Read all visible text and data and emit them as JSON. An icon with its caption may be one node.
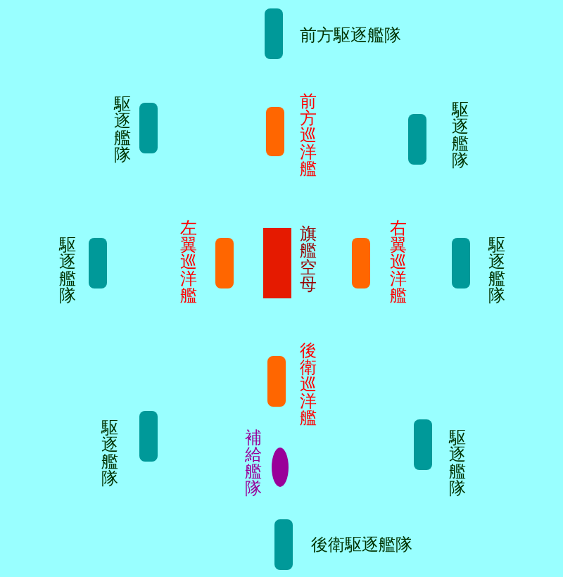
{
  "diagram": {
    "nodes": [
      {
        "text": [],
        "shape": "bar",
        "beside": [
          "前方駆逐艦隊"
        ]
      },
      {
        "text": [],
        "shape": "bar",
        "beside": [
          "駆逐艦隊"
        ]
      },
      {
        "text": [],
        "shape": "bar",
        "beside": [
          "前方巡洋艦"
        ]
      },
      {
        "text": [],
        "shape": "bar",
        "beside": [
          "駆逐艦隊"
        ]
      },
      {
        "text": [],
        "shape": "bar",
        "beside": [
          "駆逐艦隊"
        ]
      },
      {
        "text": [],
        "shape": "bar",
        "beside": [
          "左翼巡洋艦"
        ]
      },
      {
        "text": [],
        "shape": "box",
        "beside": [
          "旗艦空母"
        ]
      },
      {
        "text": [],
        "shape": "bar",
        "beside": [
          "右翼巡洋艦"
        ]
      },
      {
        "text": [],
        "shape": "bar",
        "beside": [
          "駆逐艦隊"
        ]
      },
      {
        "text": [],
        "shape": "bar",
        "beside": [
          "後衛巡洋艦"
        ]
      },
      {
        "text": [],
        "shape": "bar",
        "beside": [
          "駆逐艦隊"
        ]
      },
      {
        "text": [],
        "shape": "ellipse",
        "beside": [
          "補給艦隊"
        ]
      },
      {
        "text": [],
        "shape": "bar",
        "beside": [
          "駆逐艦隊"
        ]
      },
      {
        "text": [],
        "shape": "bar",
        "beside": [
          "後衛駆逐艦隊"
        ]
      }
    ]
  }
}
